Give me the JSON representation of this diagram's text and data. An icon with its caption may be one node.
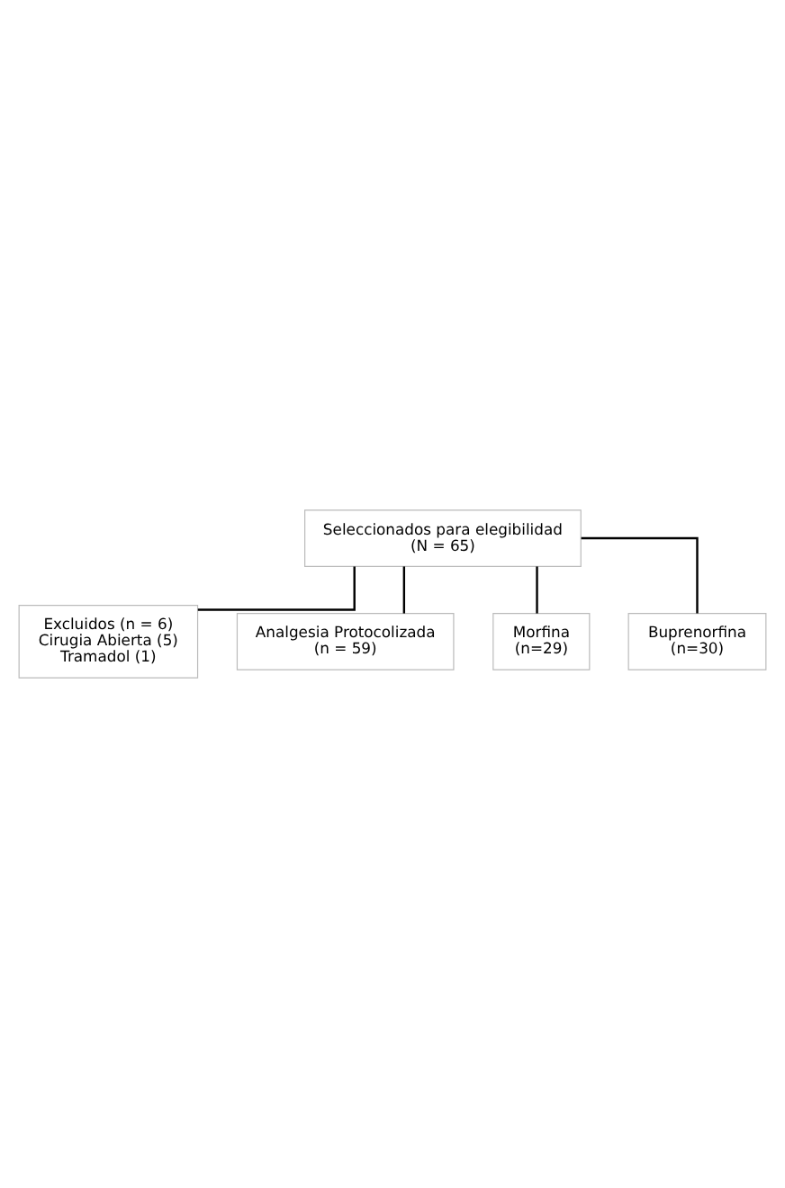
{
  "diagram": {
    "nodes": [
      {
        "text": [
          "Seleccionados para elegibilidad",
          "(N = 65)"
        ]
      },
      {
        "text": [
          "Excluidos (n = 6)",
          "Cirugia Abierta (5)",
          "Tramadol (1)"
        ]
      },
      {
        "text": [
          "Analgesia Protocolizada",
          "(n = 59)"
        ]
      },
      {
        "text": [
          "Morfina",
          "(n=29)"
        ]
      },
      {
        "text": [
          "Buprenorfina",
          "(n=30)"
        ]
      }
    ],
    "edges": [
      {
        "from": 0,
        "to": 1,
        "arrow": "none"
      },
      {
        "from": 0,
        "to": 2,
        "arrow": "none"
      },
      {
        "from": 0,
        "to": 3,
        "arrow": "none"
      },
      {
        "from": 0,
        "to": 4,
        "arrow": "none"
      }
    ]
  }
}
